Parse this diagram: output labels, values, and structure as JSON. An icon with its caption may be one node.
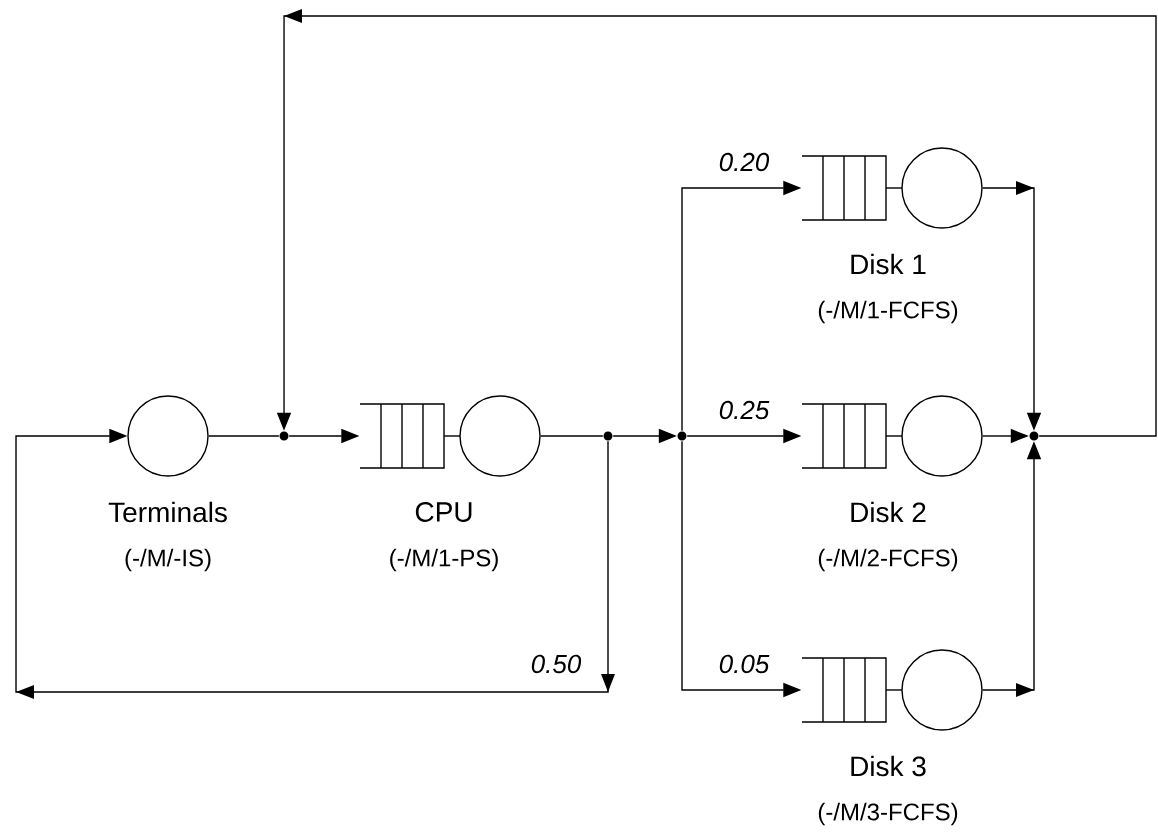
{
  "diagram": {
    "nodes": [
      {
        "text": [
          "Terminals",
          "(-/M/-IS)"
        ]
      },
      {
        "text": [
          "CPU",
          "(-/M/1-PS)"
        ]
      },
      {
        "text": [
          "Disk 1",
          "(-/M/1-FCFS)"
        ]
      },
      {
        "text": [
          "Disk 2",
          "(-/M/2-FCFS)"
        ]
      },
      {
        "text": [
          "Disk 3",
          "(-/M/3-FCFS)"
        ]
      },
      {
        "text": [],
        "shape": "dot"
      },
      {
        "text": [],
        "shape": "dot"
      },
      {
        "text": [],
        "shape": "dot"
      },
      {
        "text": [],
        "shape": "dot"
      }
    ],
    "edges": [
      {
        "from": 0,
        "to": 5,
        "arrow": "none"
      },
      {
        "from": 5,
        "to": 1,
        "arrow": "to"
      },
      {
        "from": 1,
        "to": 6,
        "arrow": "none"
      },
      {
        "from": 6,
        "to": 7,
        "arrow": "to"
      },
      {
        "from": 6,
        "to": 0,
        "arrow": "to",
        "label": "0.50"
      },
      {
        "from": 7,
        "to": 2,
        "arrow": "to",
        "label": "0.20"
      },
      {
        "from": 7,
        "to": 3,
        "arrow": "to",
        "label": "0.25"
      },
      {
        "from": 7,
        "to": 4,
        "arrow": "to",
        "label": "0.05"
      },
      {
        "from": 2,
        "to": 8,
        "arrow": "to"
      },
      {
        "from": 3,
        "to": 8,
        "arrow": "to"
      },
      {
        "from": 4,
        "to": 8,
        "arrow": "to"
      },
      {
        "from": 8,
        "to": 5,
        "arrow": "to"
      }
    ]
  }
}
